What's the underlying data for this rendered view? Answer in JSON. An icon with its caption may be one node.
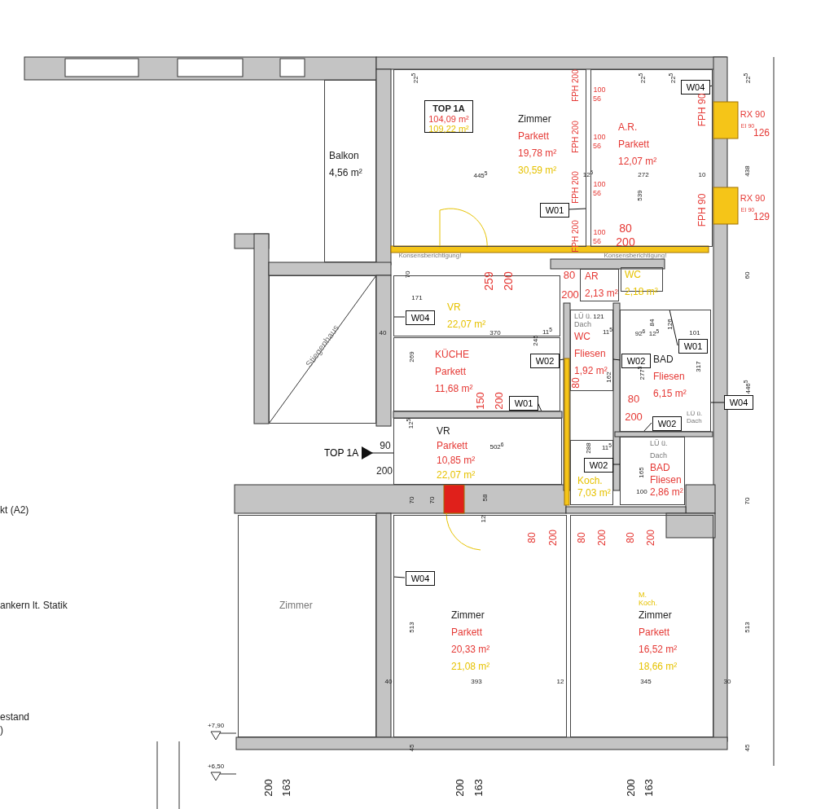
{
  "diagram": {
    "nodes": [
      {
        "text": [
          "Zimmer",
          "Parkett",
          "19,78 m²",
          "30,59 m²"
        ]
      },
      {
        "text": [
          "TOP 1A",
          "104,09 m²",
          "109,22 m²"
        ],
        "in": 0
      },
      {
        "text": [
          "A.R.",
          "Parkett",
          "12,07 m²"
        ]
      },
      {
        "text": [
          "Balkon",
          "4,56 m²"
        ]
      },
      {
        "text": [
          "Stiegenhaus"
        ]
      },
      {
        "text": [
          "AR",
          "2,13 m²"
        ]
      },
      {
        "text": [
          "WC",
          "2,18 m²"
        ]
      },
      {
        "text": [
          "VR",
          "22,07 m²"
        ]
      },
      {
        "text": [
          "KÜCHE",
          "Parkett",
          "11,68 m²"
        ]
      },
      {
        "text": [
          "LÜ ü. Dach",
          "WC",
          "Fliesen",
          "1,92 m²"
        ]
      },
      {
        "text": [
          "BAD",
          "Fliesen",
          "6,15 m²"
        ]
      },
      {
        "text": [
          "LÜ ü. Dach",
          "BAD",
          "Fliesen",
          "2,86 m²"
        ]
      },
      {
        "text": [
          "Koch.",
          "7,03 m²"
        ]
      },
      {
        "text": [
          "VR",
          "Parkett",
          "10,85 m²",
          "22,07 m²"
        ]
      },
      {
        "text": [
          "Zimmer",
          "Parkett",
          "20,33 m²",
          "21,08 m²"
        ]
      },
      {
        "text": [
          "M. Koch.",
          "Zimmer",
          "Parkett",
          "16,52 m²",
          "18,66 m²"
        ]
      },
      {
        "text": [
          "Zimmer"
        ]
      },
      {
        "text": [
          "W04"
        ],
        "in": 2
      },
      {
        "text": [
          "W01"
        ],
        "in": 0
      },
      {
        "text": [
          "W04"
        ],
        "in": 7
      },
      {
        "text": [
          "W02"
        ],
        "in": 8
      },
      {
        "text": [
          "W02"
        ],
        "in": 10
      },
      {
        "text": [
          "W01"
        ],
        "in": 10
      },
      {
        "text": [
          "W01"
        ],
        "in": 8
      },
      {
        "text": [
          "W04"
        ]
      },
      {
        "text": [
          "W02"
        ],
        "in": 10
      },
      {
        "text": [
          "W02"
        ],
        "in": 12
      },
      {
        "text": [
          "W04"
        ],
        "in": 14
      },
      {
        "text": [
          "TOP 1A"
        ]
      }
    ],
    "edges": [
      {
        "from": 17,
        "to": 2,
        "arrow": "none"
      },
      {
        "from": 18,
        "to": 0,
        "arrow": "none"
      },
      {
        "from": 19,
        "to": 7,
        "arrow": "none"
      },
      {
        "from": 20,
        "to": null,
        "arrow": "none"
      },
      {
        "from": 21,
        "to": 9,
        "arrow": "none"
      },
      {
        "from": 22,
        "to": 10,
        "arrow": "none"
      },
      {
        "from": 23,
        "to": 8,
        "arrow": "none"
      },
      {
        "from": 24,
        "to": 10,
        "arrow": "none"
      },
      {
        "from": 25,
        "to": 10,
        "arrow": "none"
      },
      {
        "from": 26,
        "to": 11,
        "arrow": "none"
      },
      {
        "from": 27,
        "to": 14,
        "arrow": "none"
      },
      {
        "from": 28,
        "to": 13,
        "arrow": "to"
      }
    ],
    "labels": [
      "Konsensberichtigung!",
      "Konsensberichtigung!",
      "FPH 200",
      "FPH 200",
      "FPH 200",
      "FPH 200",
      "100",
      "56",
      "100",
      "56",
      "100",
      "56",
      "100",
      "56",
      "80",
      "200",
      "FPH 90",
      "FPH 90",
      "RX 90",
      "EI 90",
      "126",
      "RX 90",
      "EI 90",
      "129",
      "259",
      "200",
      "80",
      "200",
      "150",
      "200",
      "80",
      "80",
      "200",
      "90",
      "200",
      "80",
      "200",
      "80",
      "200",
      "80",
      "200",
      "22$^{5}$",
      "22$^{5}$",
      "22$^{5}$",
      "22$^{5}$",
      "445$^{5}$",
      "12$^{5}$",
      "272",
      "10",
      "539",
      "438",
      "70",
      "171",
      "40",
      "370",
      "269",
      "245",
      "11$^{5}$",
      "121",
      "11$^{5}$",
      "92$^{6}$",
      "12$^{5}$",
      "101",
      "317",
      "84",
      "126",
      "162",
      "277$^{5}$",
      "12$^{5}$",
      "502$^{6}$",
      "288",
      "11$^{5}$",
      "165",
      "100",
      "58",
      "12",
      "70",
      "70",
      "513",
      "40",
      "393",
      "12",
      "345",
      "30",
      "513",
      "45",
      "45",
      "60",
      "446$^{5}$",
      "70",
      "+7,90",
      "+6,50",
      "200",
      "163",
      "200",
      "163",
      "200",
      "163",
      "kt (A2)",
      "ankern lt. Statik",
      "estand",
      ")",
      "LÜ ü. Dach"
    ]
  }
}
